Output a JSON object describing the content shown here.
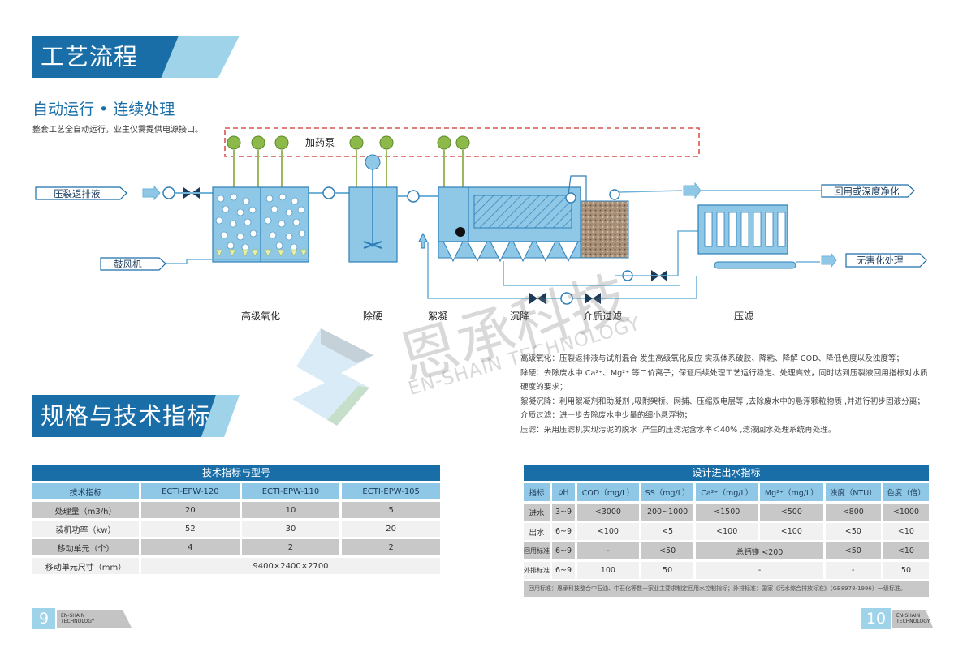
{
  "header_process": "工艺流程",
  "header_specs": "规格与技术指标",
  "subtitle": "自动运行 • 连续处理",
  "description": "整套工艺全自动运行，业主仅需提供电源接口。",
  "diagram": {
    "dosing_label": "加药泵",
    "inlet_label": "压裂返排液",
    "blower_label": "鼓风机",
    "reuse_label": "回用或深度净化",
    "harmless_label": "无害化处理",
    "stages": [
      "高级氧化",
      "除硬",
      "絮凝",
      "沉降",
      "介质过滤",
      "压滤"
    ]
  },
  "watermark": {
    "cn": "恩承科技",
    "en": "EN-SHAIN TECHNOLOGY"
  },
  "notes": [
    "高级氧化：压裂返排液与试剂混合 发生高级氧化反应 实现体系破胶、降粘、降解 COD、降低色度以及浊度等；",
    "除硬：去除废水中 Ca²⁺、Mg²⁺ 等二价离子；保证后续处理工艺运行稳定、处理高效，同时达到压裂液回用指标对水质",
    "硬度的要求；",
    "絮凝沉降：利用絮凝剂和助凝剂 ,吸附架桥、网捕、压缩双电层等 ,去除废水中的悬浮颗粒物质 ,并进行初步固液分离；",
    "介质过滤：进一步去除废水中少量的细小悬浮物；",
    "压滤：采用压滤机实现污泥的脱水 ,产生的压滤泥含水率＜40% ,滤液回水处理系统再处理。"
  ],
  "spec_table": {
    "title": "技术指标与型号",
    "headers": [
      "技术指标",
      "ECTI-EPW-120",
      "ECTI-EPW-110",
      "ECTI-EPW-105"
    ],
    "rows": [
      [
        "处理量（m3/h）",
        "20",
        "10",
        "5"
      ],
      [
        "装机功率（kw）",
        "52",
        "30",
        "20"
      ],
      [
        "移动单元（个）",
        "4",
        "2",
        "2"
      ]
    ],
    "last_row": [
      "移动单元尺寸（mm）",
      "9400×2400×2700"
    ]
  },
  "water_table": {
    "title": "设计进出水指标",
    "headers": [
      "指标",
      "pH",
      "COD（mg/L）",
      "SS（mg/L）",
      "Ca²⁺（mg/L）",
      "Mg²⁺（mg/L）",
      "浊度（NTU）",
      "色度（倍）"
    ],
    "row_in": [
      "进水",
      "3~9",
      "<3000",
      "200~1000",
      "<1500",
      "<500",
      "<800",
      "<1000"
    ],
    "row_out": [
      "出水",
      "6~9",
      "<100",
      "<5",
      "<100",
      "<100",
      "<50",
      "<10"
    ],
    "row_reuse": [
      "回用标准",
      "6~9",
      "-",
      "<50",
      "总钙镁 <200",
      "<50",
      "<10"
    ],
    "row_discharge": [
      "外排标准",
      "6~9",
      "100",
      "50",
      "-",
      "-",
      "50"
    ],
    "footnote": "回用标准：恩承科技整合中石油、中石化等数十家业主要求制定回用水控制指标；外排标准：国家《污水综合排放标准》（GB8978-1996）一级标准。"
  },
  "footer": {
    "left_num": "9",
    "right_num": "10",
    "brand_line1": "EN-SHAIN",
    "brand_line2": "TECHNOLOGY"
  }
}
